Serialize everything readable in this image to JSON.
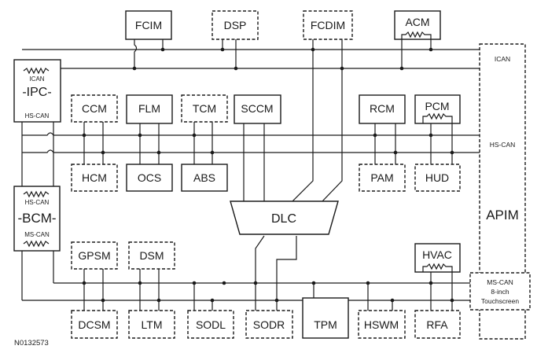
{
  "diagram": {
    "figure_id": "N0132573",
    "bus_labels": {
      "ican": "ICAN",
      "hscan": "HS-CAN",
      "mscan": "MS-CAN",
      "mscan_box_l1": "MS-CAN",
      "mscan_box_l2": "8-inch",
      "mscan_box_l3": "Touchscreen"
    },
    "ipc": {
      "name": "-IPC-",
      "top_label": "ICAN",
      "bottom_label": "HS-CAN"
    },
    "bcm": {
      "name": "-BCM-",
      "top_label": "HS-CAN",
      "bottom_label": "MS-CAN"
    },
    "apim": {
      "name": "APIM"
    },
    "dlc": {
      "name": "DLC"
    },
    "modules": {
      "fcim": "FCIM",
      "dsp": "DSP",
      "fcdim": "FCDIM",
      "acm": "ACM",
      "ccm": "CCM",
      "flm": "FLM",
      "tcm": "TCM",
      "sccm": "SCCM",
      "rcm": "RCM",
      "pcm": "PCM",
      "hcm": "HCM",
      "ocs": "OCS",
      "abs": "ABS",
      "pam": "PAM",
      "hud": "HUD",
      "gpsm": "GPSM",
      "dsm": "DSM",
      "hvac": "HVAC",
      "dcsm": "DCSM",
      "ltm": "LTM",
      "sodl": "SODL",
      "sodr": "SODR",
      "tpm": "TPM",
      "hswm": "HSWM",
      "rfa": "RFA"
    }
  }
}
